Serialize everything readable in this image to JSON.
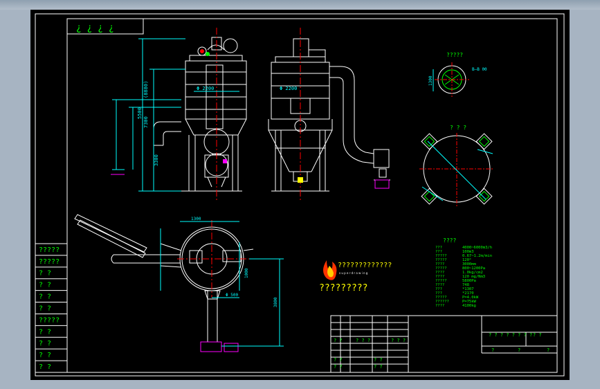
{
  "colors": {
    "frame": "#ffffff",
    "dim": "#00ffff",
    "label": "#00ff00",
    "equipment": "#ffffff",
    "center": "#ff0000",
    "magenta": "#ff00ff",
    "yellow": "#ffff00",
    "blue": "#4060ff"
  },
  "left_table": [
    "?????",
    "?????",
    "? ?",
    "? ?",
    "? ?",
    "? ?",
    "?????",
    "? ?",
    "? ?",
    "? ?",
    "? ?"
  ],
  "top_block": "¿ ¿ ¿ ¿",
  "dims": {
    "d_front": "Φ 2200",
    "d_side": "Φ 2200",
    "h_outer": "7300",
    "h_mid": "5500",
    "h_small": "3300",
    "h_paren": "(8880)",
    "bottom_h": "3800",
    "plan_w": "1300",
    "plan_d": "Φ 500",
    "plan_small": "1000",
    "section_h": "1300",
    "section_label": "B—B 00"
  },
  "section_titles": {
    "s1": "?????",
    "s2": "? ? ?"
  },
  "logo": {
    "chars": "?????????????",
    "sub": "s u p e r   d r a w i n g",
    "caption": "?????????"
  },
  "spec": {
    "title": "????",
    "rows": [
      [
        "???",
        "4000~6000m3/h"
      ],
      [
        "???",
        "100m3"
      ],
      [
        "?????",
        "0.67~1.2m/min"
      ],
      [
        "?????",
        "120°"
      ],
      [
        "????",
        "3000mm"
      ],
      [
        "?????",
        "800~1200Pa"
      ],
      [
        "????",
        "1.0kg/cm2"
      ],
      [
        "????",
        "120 mg/Nm3"
      ],
      [
        "?????",
        "5800Pa"
      ],
      [
        "????",
        "748"
      ],
      [
        "???",
        "*1307"
      ],
      [
        "???",
        "*2170"
      ],
      [
        "?????",
        "P=4.0kW"
      ],
      [
        "??????",
        "P=75kW"
      ],
      [
        "????",
        "4100kg"
      ]
    ]
  },
  "title_block": {
    "r1": [
      "? ? ? ? ? ? ? ?",
      "? ?"
    ],
    "r2": [
      "?",
      "?",
      "?"
    ],
    "l1": [
      "? ?",
      "? ? ?",
      "? ? ?"
    ],
    "l2": [
      "? ?",
      "? ?"
    ],
    "l3": [
      "? ?",
      "? ?"
    ]
  }
}
